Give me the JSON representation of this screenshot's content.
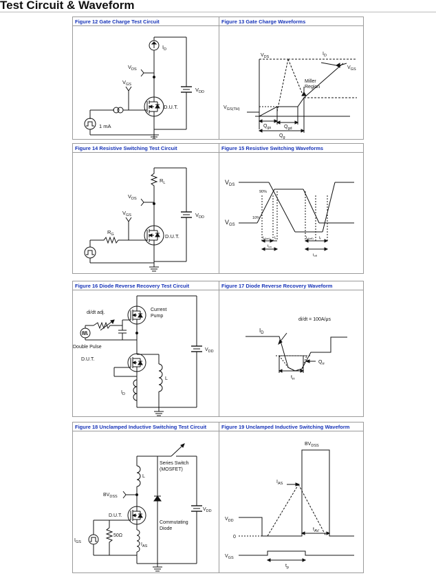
{
  "page": {
    "title": "Test Circuit & Waveform"
  },
  "figures": {
    "f12": {
      "caption": "Figure 12 Gate Charge Test Circuit",
      "labels": {
        "id": "I",
        "id_sub": "D",
        "vds": "V",
        "vds_sub": "DS",
        "vgs": "V",
        "vgs_sub": "GS",
        "vdd": "V",
        "vdd_sub": "DD",
        "dut": "D.U.T.",
        "current": "1 mA"
      }
    },
    "f13": {
      "caption": "Figure 13 Gate Charge Waveforms",
      "labels": {
        "vds": "V",
        "vds_sub": "DS",
        "id": "I",
        "id_sub": "D",
        "miller1": "Miller",
        "miller2": "Region",
        "vgs": "V",
        "vgs_sub": "GS",
        "vgsth": "V",
        "vgsth_sub": "GS(TH)",
        "qgs": "Q",
        "qgs_sub": "gs",
        "qgd": "Q",
        "qgd_sub": "gd",
        "qg": "Q",
        "qg_sub": "g"
      }
    },
    "f14": {
      "caption": "Figure 14 Resistive Switching Test Circuit",
      "labels": {
        "rl": "R",
        "rl_sub": "L",
        "vds": "V",
        "vds_sub": "DS",
        "vgs": "V",
        "vgs_sub": "GS",
        "rg": "R",
        "rg_sub": "G",
        "vdd": "V",
        "vdd_sub": "DD",
        "dut": "D.U.T."
      }
    },
    "f15": {
      "caption": "Figure 15 Resistive Switching Waveforms",
      "labels": {
        "vds": "V",
        "vds_sub": "DS",
        "vgs": "V",
        "vgs_sub": "GS",
        "p90": "90%",
        "p10": "10%",
        "tdon": "t",
        "tdon_sub": "d(on)",
        "tr": "t",
        "tr_sub": "r",
        "ton": "t",
        "ton_sub": "on",
        "tdoff": "t",
        "tdoff_sub": "d(off)",
        "tf": "t",
        "tf_sub": "f",
        "toff": "t",
        "toff_sub": "off"
      }
    },
    "f16": {
      "caption": "Figure 16 Diode Reverse Recovery Test Circuit",
      "labels": {
        "didt": "di/dt adj.",
        "pump1": "Current",
        "pump2": "Pump",
        "double": "Double Pulse",
        "dut": "D.U.T.",
        "l": "L",
        "id": "I",
        "id_sub": "D",
        "vdd": "V",
        "vdd_sub": "DD"
      }
    },
    "f17": {
      "caption": "Figure 17 Diode Reverse Recovery Waveform",
      "labels": {
        "didt": "di/dt = 100A/μs",
        "id": "I",
        "id_sub": "D",
        "qrr": "Q",
        "qrr_sub": "rr",
        "trr": "t",
        "trr_sub": "rr"
      }
    },
    "f18": {
      "caption": "Figure 18 Unclamped Inductive Switching Test Circuit",
      "labels": {
        "series1": "Series Switch",
        "series2": "(MOSFET)",
        "l": "L",
        "bvdss": "BV",
        "bvdss_sub": "DSS",
        "dut": "D.U.T.",
        "comm1": "Commutating",
        "comm2": "Diode",
        "vdd": "V",
        "vdd_sub": "DD",
        "igs": "I",
        "igs_sub": "GS",
        "res": "50Ω",
        "ias": "I",
        "ias_sub": "AS"
      }
    },
    "f19": {
      "caption": "Figure 19 Unclamped Inductive Switching Waveform",
      "labels": {
        "bvdss": "BV",
        "bvdss_sub": "DSS",
        "ias": "I",
        "ias_sub": "AS",
        "vdd": "V",
        "vdd_sub": "DD",
        "zero": "0",
        "tav": "t",
        "tav_sub": "AV",
        "vgs": "V",
        "vgs_sub": "GS",
        "tp": "t",
        "tp_sub": "p"
      }
    }
  }
}
